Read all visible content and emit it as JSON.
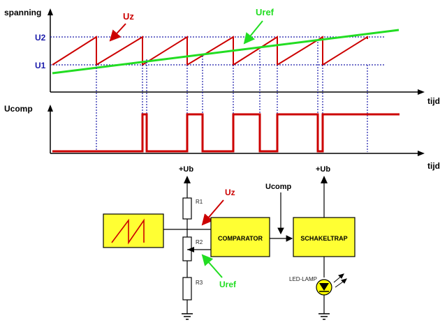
{
  "graph": {
    "y_label_top": "spanning",
    "level_high": "U2",
    "level_low": "U1",
    "saw_label": "Uz",
    "ref_label": "Uref",
    "x_label": "tijd",
    "y_label_bottom": "Ucomp",
    "x_label_bottom": "tijd"
  },
  "circuit": {
    "supply_left": "+Ub",
    "supply_right": "+Ub",
    "resistor_top": "R1",
    "resistor_mid": "R2",
    "resistor_bottom": "R3",
    "saw_input_label": "Uz",
    "ref_input_label": "Uref",
    "comparator_label": "COMPARATOR",
    "comp_output_label": "Ucomp",
    "switch_label": "SCHAKELTRAP",
    "led_label": "LED-LAMP"
  },
  "colors": {
    "sawtooth": "#cc0000",
    "reference": "#22dd22",
    "levels": "#1a1aaa",
    "block_fill": "#ffff33",
    "led_fill": "#ffff00"
  }
}
